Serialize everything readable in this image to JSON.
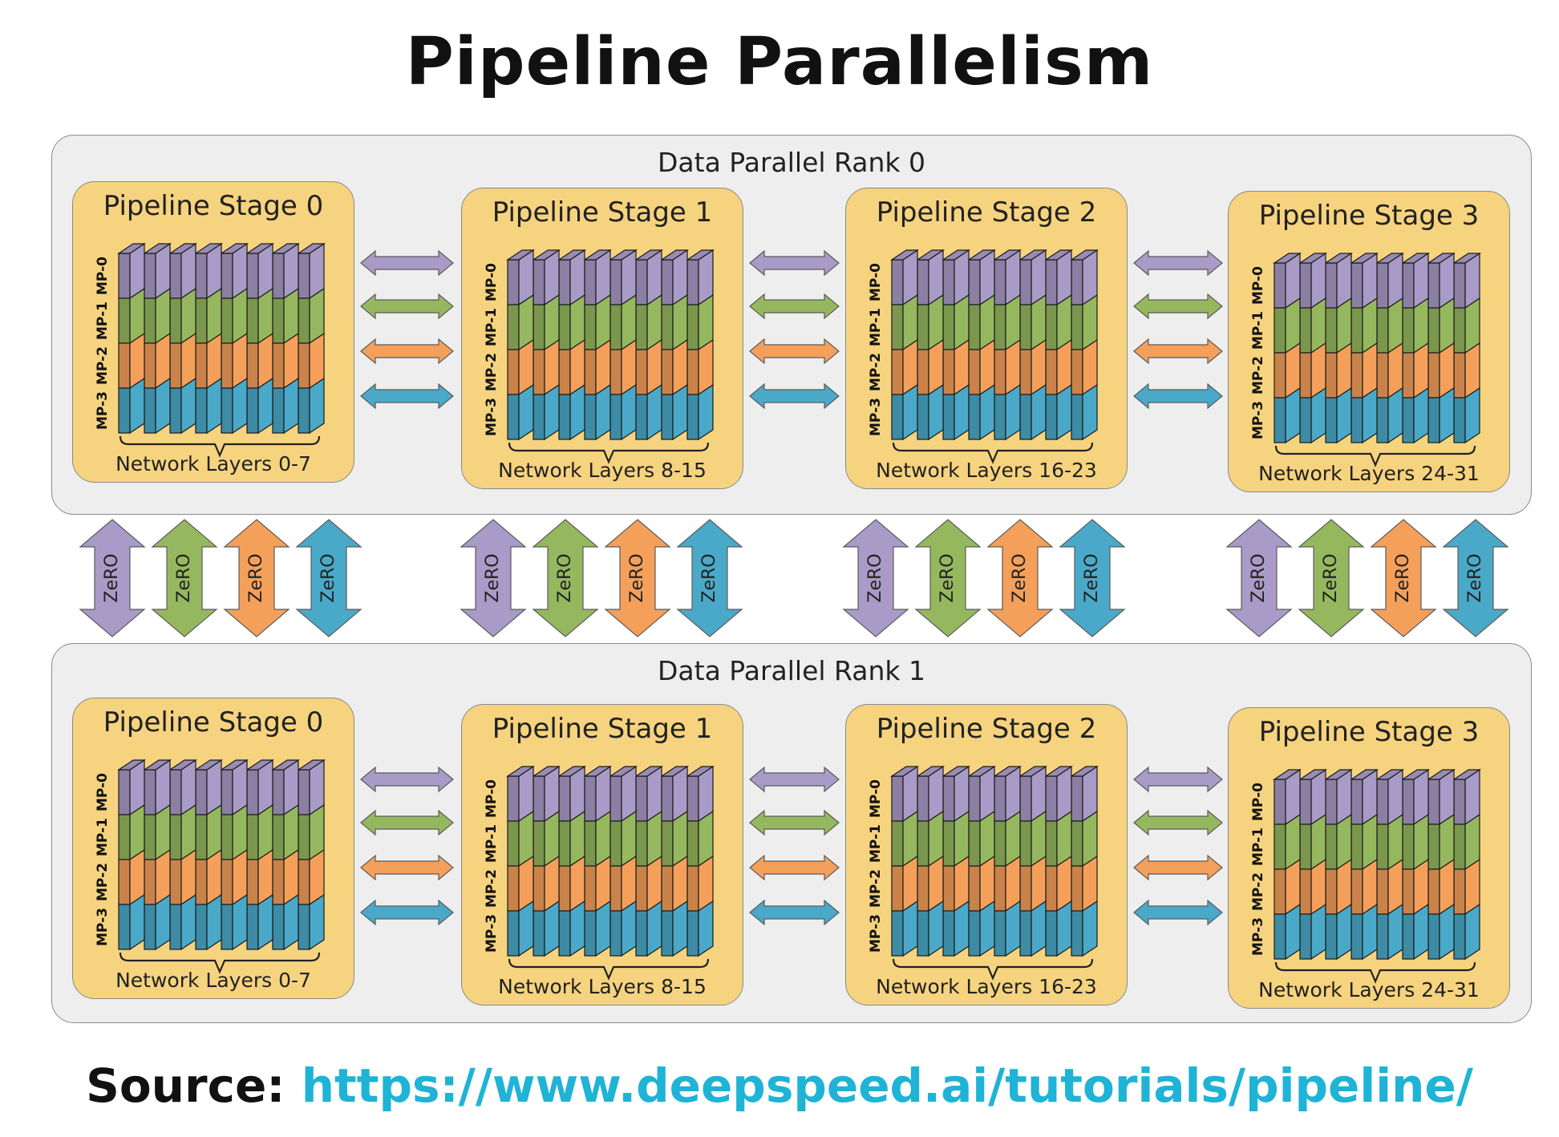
{
  "title": "Pipeline Parallelism",
  "colors": {
    "mp0": "#a99bc7",
    "mp1": "#95b85e",
    "mp2": "#f5a05a",
    "mp3": "#4aa9c8",
    "stage_bg": "#f6d37f",
    "rank_bg": "#eeeeee",
    "link": "#1fb3d6"
  },
  "ranks": [
    {
      "label": "Data Parallel Rank 0",
      "stages": [
        {
          "title": "Pipeline Stage 0",
          "layers": "Network Layers 0-7"
        },
        {
          "title": "Pipeline Stage 1",
          "layers": "Network Layers 8-15"
        },
        {
          "title": "Pipeline Stage 2",
          "layers": "Network Layers 16-23"
        },
        {
          "title": "Pipeline Stage 3",
          "layers": "Network Layers 24-31"
        }
      ]
    },
    {
      "label": "Data Parallel Rank 1",
      "stages": [
        {
          "title": "Pipeline Stage 0",
          "layers": "Network Layers 0-7"
        },
        {
          "title": "Pipeline Stage 1",
          "layers": "Network Layers 8-15"
        },
        {
          "title": "Pipeline Stage 2",
          "layers": "Network Layers 16-23"
        },
        {
          "title": "Pipeline Stage 3",
          "layers": "Network Layers 24-31"
        }
      ]
    }
  ],
  "mp_labels": [
    "MP-0",
    "MP-1",
    "MP-2",
    "MP-3"
  ],
  "zero_label": "ZeRO",
  "source": {
    "prefix": "Source:",
    "url": "https://www.deepspeed.ai/tutorials/pipeline/"
  }
}
